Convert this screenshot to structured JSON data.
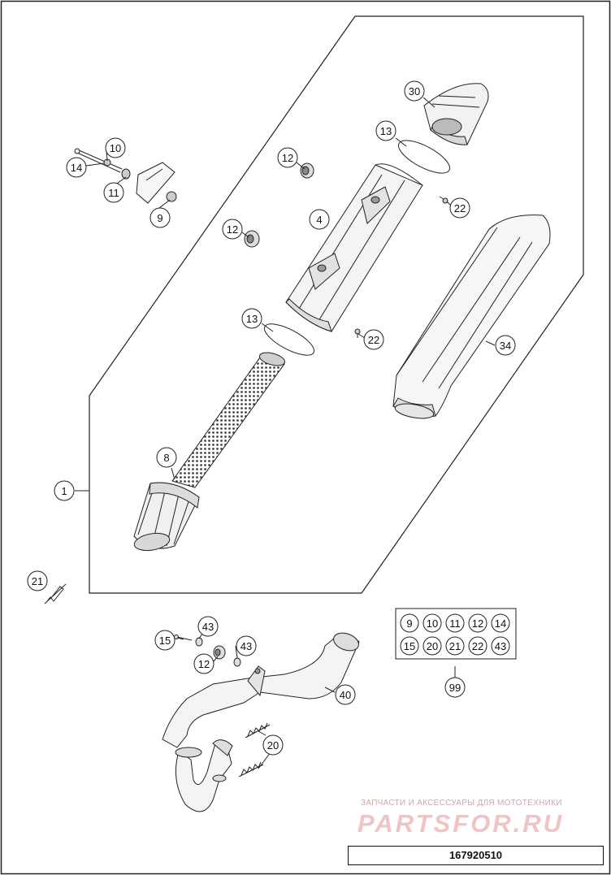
{
  "diagram": {
    "callouts": [
      {
        "id": "c30",
        "label": "30"
      },
      {
        "id": "c13a",
        "label": "13"
      },
      {
        "id": "c12a",
        "label": "12"
      },
      {
        "id": "c22a",
        "label": "22"
      },
      {
        "id": "c10",
        "label": "10"
      },
      {
        "id": "c14",
        "label": "14"
      },
      {
        "id": "c11",
        "label": "11"
      },
      {
        "id": "c9",
        "label": "9"
      },
      {
        "id": "c4",
        "label": "4"
      },
      {
        "id": "c12b",
        "label": "12"
      },
      {
        "id": "c13b",
        "label": "13"
      },
      {
        "id": "c22b",
        "label": "22"
      },
      {
        "id": "c34",
        "label": "34"
      },
      {
        "id": "c8",
        "label": "8"
      },
      {
        "id": "c1",
        "label": "1"
      },
      {
        "id": "c21",
        "label": "21"
      },
      {
        "id": "c15",
        "label": "15"
      },
      {
        "id": "c43a",
        "label": "43"
      },
      {
        "id": "c43b",
        "label": "43"
      },
      {
        "id": "c12c",
        "label": "12"
      },
      {
        "id": "c40",
        "label": "40"
      },
      {
        "id": "c20",
        "label": "20"
      },
      {
        "id": "c99",
        "label": "99"
      }
    ],
    "kit_grid": {
      "row1": [
        "9",
        "10",
        "11",
        "12",
        "14"
      ],
      "row2": [
        "15",
        "20",
        "21",
        "22",
        "43"
      ]
    }
  },
  "watermark": {
    "tagline": "ЗАПЧАСТИ И АКСЕССУАРЫ ДЛЯ МОТОТЕХНИКИ",
    "logo_text": "PARTSFOR.RU"
  },
  "document_number": "167920510"
}
